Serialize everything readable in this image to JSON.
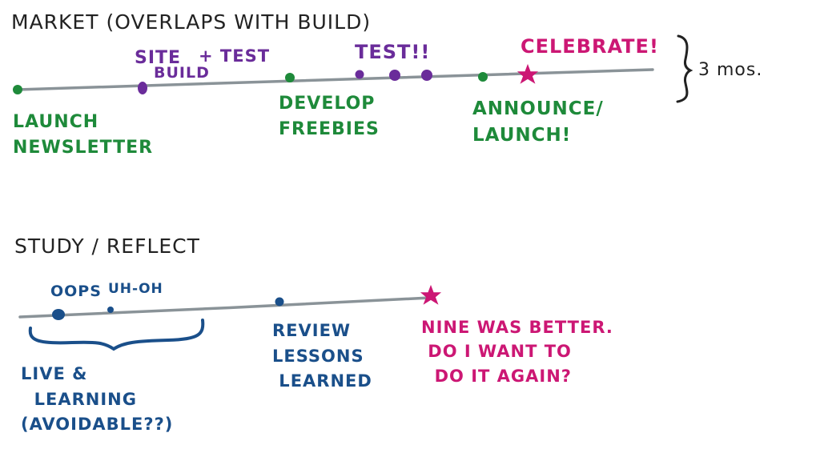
{
  "market": {
    "title": "MARKET (OVERLAPS WITH BUILD)",
    "launch_newsletter": "LAUNCH\nNEWSLETTER",
    "site": "SITE",
    "build": "BUILD",
    "test_small": "+ TEST",
    "develop_freebies": "DEVELOP\nFREEBIES",
    "test": "TEST!!",
    "celebrate": "CELEBRATE!",
    "announce_launch": "ANNOUNCE/\nLAUNCH!",
    "duration": "3 mos."
  },
  "study": {
    "title": "STUDY / REFLECT",
    "oops": "OOPS",
    "uh_oh": "UH-OH",
    "live_learning": "LIVE &\n  LEARNING\n(AVOIDABLE??)",
    "review": "REVIEW\nLESSONS\n LEARNED",
    "note": "NINE WAS BETTER.\n DO I WANT TO\n  DO IT AGAIN?"
  },
  "colors": {
    "line": "#8a9398",
    "green": "#1e8a3a",
    "purple": "#6a2c9a",
    "pink": "#cc1774",
    "blue": "#1a4f8a"
  }
}
